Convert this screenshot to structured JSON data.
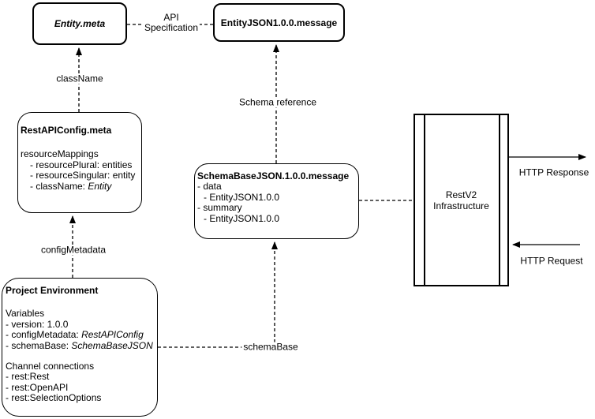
{
  "colors": {
    "stroke": "#000000",
    "background": "#ffffff",
    "text": "#000000"
  },
  "nodes": {
    "entity_meta": {
      "title": "Entity.meta"
    },
    "entity_json": {
      "title": "EntityJSON1.0.0.message"
    },
    "rest_api_config": {
      "title": "RestAPIConfig.meta",
      "section": "resourceMappings",
      "items": [
        "- resourcePlural: entities",
        "- resourceSingular: entity"
      ],
      "classname_prefix": "- className: ",
      "classname_value": "Entity"
    },
    "schema_base": {
      "title": "SchemaBaseJSON.1.0.0.message",
      "lines": [
        "- data",
        "- EntityJSON1.0.0",
        "- summary",
        "- EntityJSON1.0.0"
      ]
    },
    "restv2": {
      "line1": "RestV2",
      "line2": "Infrastructure"
    },
    "project_env": {
      "title": "Project Environment",
      "variables_heading": "Variables",
      "version": "- version: 1.0.0",
      "config_metadata_prefix": "- configMetadata: ",
      "config_metadata_value": "RestAPIConfig",
      "schema_base_prefix": "- schemaBase: ",
      "schema_base_value": "SchemaBaseJSON",
      "channels_heading": "Channel connections",
      "channels": [
        "- rest:Rest",
        "- rest:OpenAPI",
        "- rest:SelectionOptions"
      ]
    }
  },
  "edges": {
    "api_specification": {
      "line1": "API",
      "line2": "Specification"
    },
    "class_name": {
      "label": "className"
    },
    "schema_reference": {
      "label": "Schema reference"
    },
    "config_metadata": {
      "label": "configMetadata"
    },
    "schema_base": {
      "label": "schemaBase"
    },
    "http_response": {
      "label": "HTTP Response"
    },
    "http_request": {
      "label": "HTTP Request"
    }
  }
}
